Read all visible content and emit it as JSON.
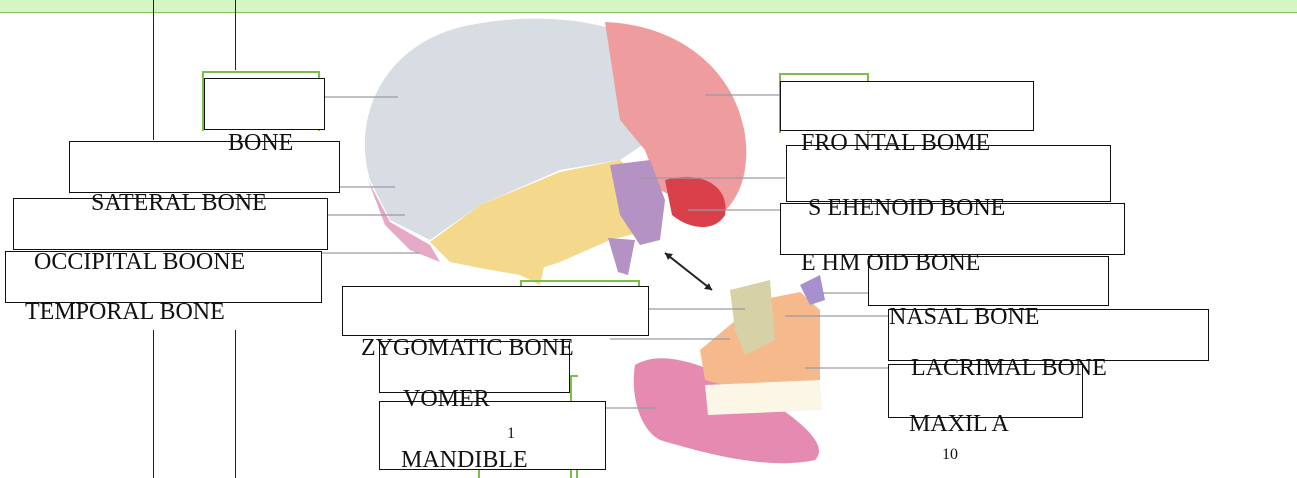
{
  "labels": {
    "bone": "BONE",
    "sateral": "SATERAL BONE",
    "occipital": "OCCIPITAL BOONE",
    "temporal": "TEMPORAL BONE",
    "zygomatic": "ZYGOMATIC BONE",
    "vomer": "VOMER",
    "mandible": "MANDIBLE",
    "frontal": "FRO NTAL BOME",
    "sphenoid": "S EHENOID BONE",
    "ethmoid": "E HM OID BONE",
    "nasal": "NASAL BONE",
    "lacrimal": "LACRIMAL BONE",
    "maxilla": "MAXIL A"
  },
  "page_numbers": {
    "left": "1",
    "right": "10"
  }
}
